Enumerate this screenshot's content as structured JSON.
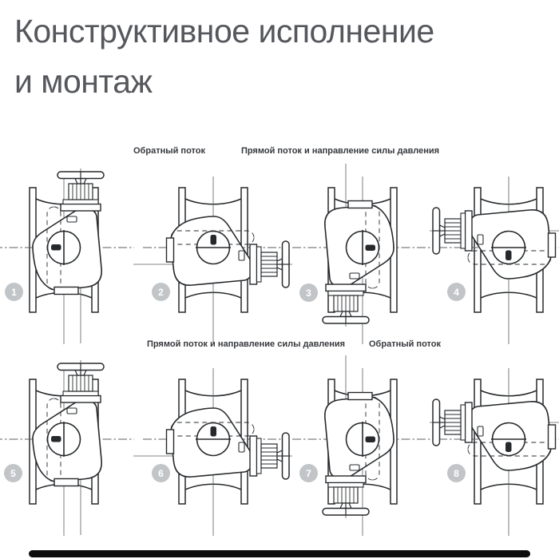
{
  "page": {
    "title_line1": "Конструктивное исполнение",
    "title_line2": "и монтаж"
  },
  "row1": {
    "label_left": "Обратный поток",
    "label_right": "Прямой поток и направление силы давления"
  },
  "row2": {
    "label_left": "Прямой поток и направление силы давления",
    "label_right": "Обратный поток"
  },
  "diagrams": [
    {
      "number": "1",
      "row": 1,
      "wheel_position": "top"
    },
    {
      "number": "2",
      "row": 1,
      "wheel_position": "right"
    },
    {
      "number": "3",
      "row": 1,
      "wheel_position": "bottom"
    },
    {
      "number": "4",
      "row": 1,
      "wheel_position": "left"
    },
    {
      "number": "5",
      "row": 2,
      "wheel_position": "top"
    },
    {
      "number": "6",
      "row": 2,
      "wheel_position": "right"
    },
    {
      "number": "7",
      "row": 2,
      "wheel_position": "bottom"
    },
    {
      "number": "8",
      "row": 2,
      "wheel_position": "left"
    }
  ],
  "colors": {
    "title_text": "#55575c",
    "label_text": "#35383c",
    "drawing_line": "#26292c",
    "centerline": "#5a5e62",
    "badge_bg": "#c2c5c7",
    "badge_text": "#ffffff",
    "progress_bar": "#0d0d0d",
    "background": "#ffffff"
  }
}
